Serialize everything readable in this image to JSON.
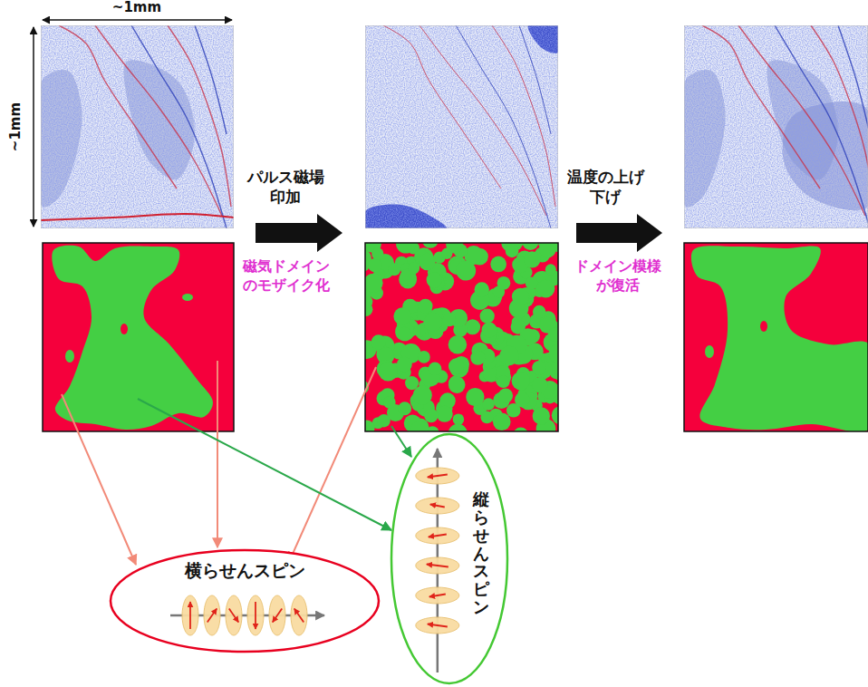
{
  "diagram": {
    "nodes": [
      {
        "text": [
          "横らせんスピン"
        ]
      },
      {
        "text": [
          "縦らせんスピン"
        ]
      }
    ],
    "labels": [
      "~1mm",
      "~1mm",
      "パルス磁場 印加",
      "磁気ドメイン のモザイク化",
      "温度の上げ 下げ",
      "ドメイン模様 が復活"
    ]
  }
}
